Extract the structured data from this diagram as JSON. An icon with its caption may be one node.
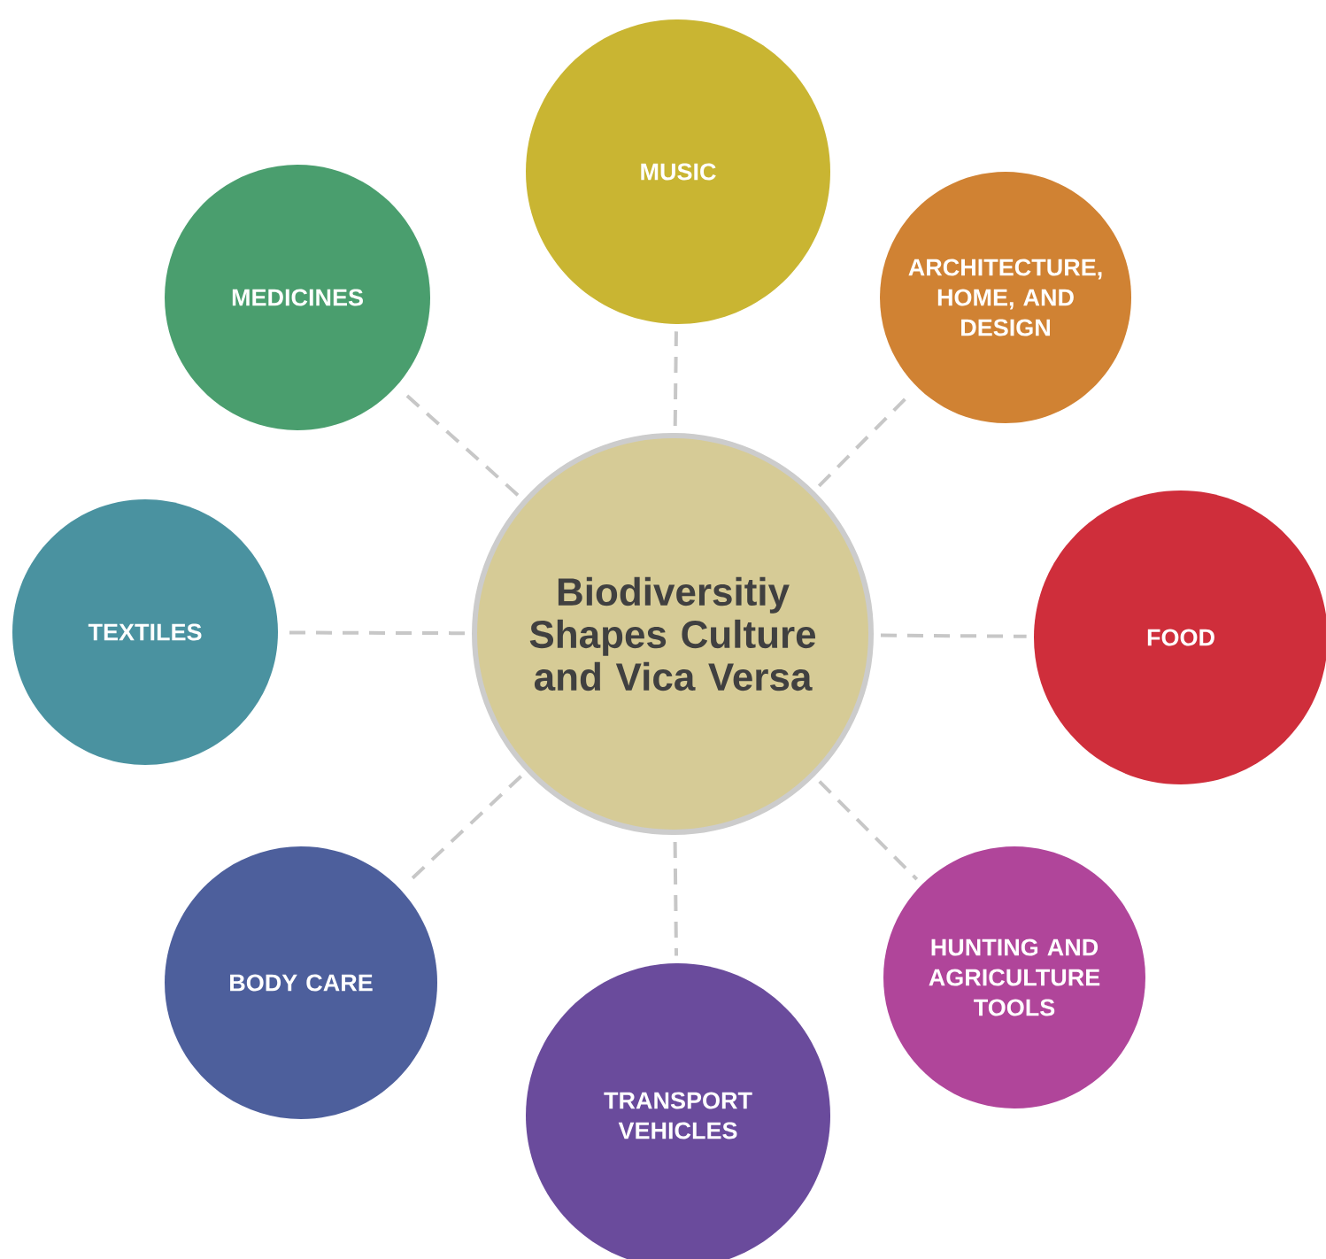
{
  "diagram": {
    "nodes": [
      {
        "text": [
          "Biodiversitiy Shapes Culture and Vica Versa"
        ]
      },
      {
        "text": [
          "MUSIC"
        ]
      },
      {
        "text": [
          "MEDICINES"
        ]
      },
      {
        "text": [
          "ARCHITECTURE, HOME, AND DESIGN"
        ]
      },
      {
        "text": [
          "TEXTILES"
        ]
      },
      {
        "text": [
          "FOOD"
        ]
      },
      {
        "text": [
          "BODY CARE"
        ]
      },
      {
        "text": [
          "HUNTING AND AGRICULTURE TOOLS"
        ]
      },
      {
        "text": [
          "TRANSPORT VEHICLES"
        ]
      }
    ],
    "edges": [
      {
        "from": 0,
        "to": 1,
        "arrow": "none",
        "style": "dashed"
      },
      {
        "from": 0,
        "to": 2,
        "arrow": "none",
        "style": "dashed"
      },
      {
        "from": 0,
        "to": 3,
        "arrow": "none",
        "style": "dashed"
      },
      {
        "from": 0,
        "to": 4,
        "arrow": "none",
        "style": "dashed"
      },
      {
        "from": 0,
        "to": 5,
        "arrow": "none",
        "style": "dashed"
      },
      {
        "from": 0,
        "to": 6,
        "arrow": "none",
        "style": "dashed"
      },
      {
        "from": 0,
        "to": 7,
        "arrow": "none",
        "style": "dashed"
      },
      {
        "from": 0,
        "to": 8,
        "arrow": "none",
        "style": "dashed"
      }
    ]
  }
}
